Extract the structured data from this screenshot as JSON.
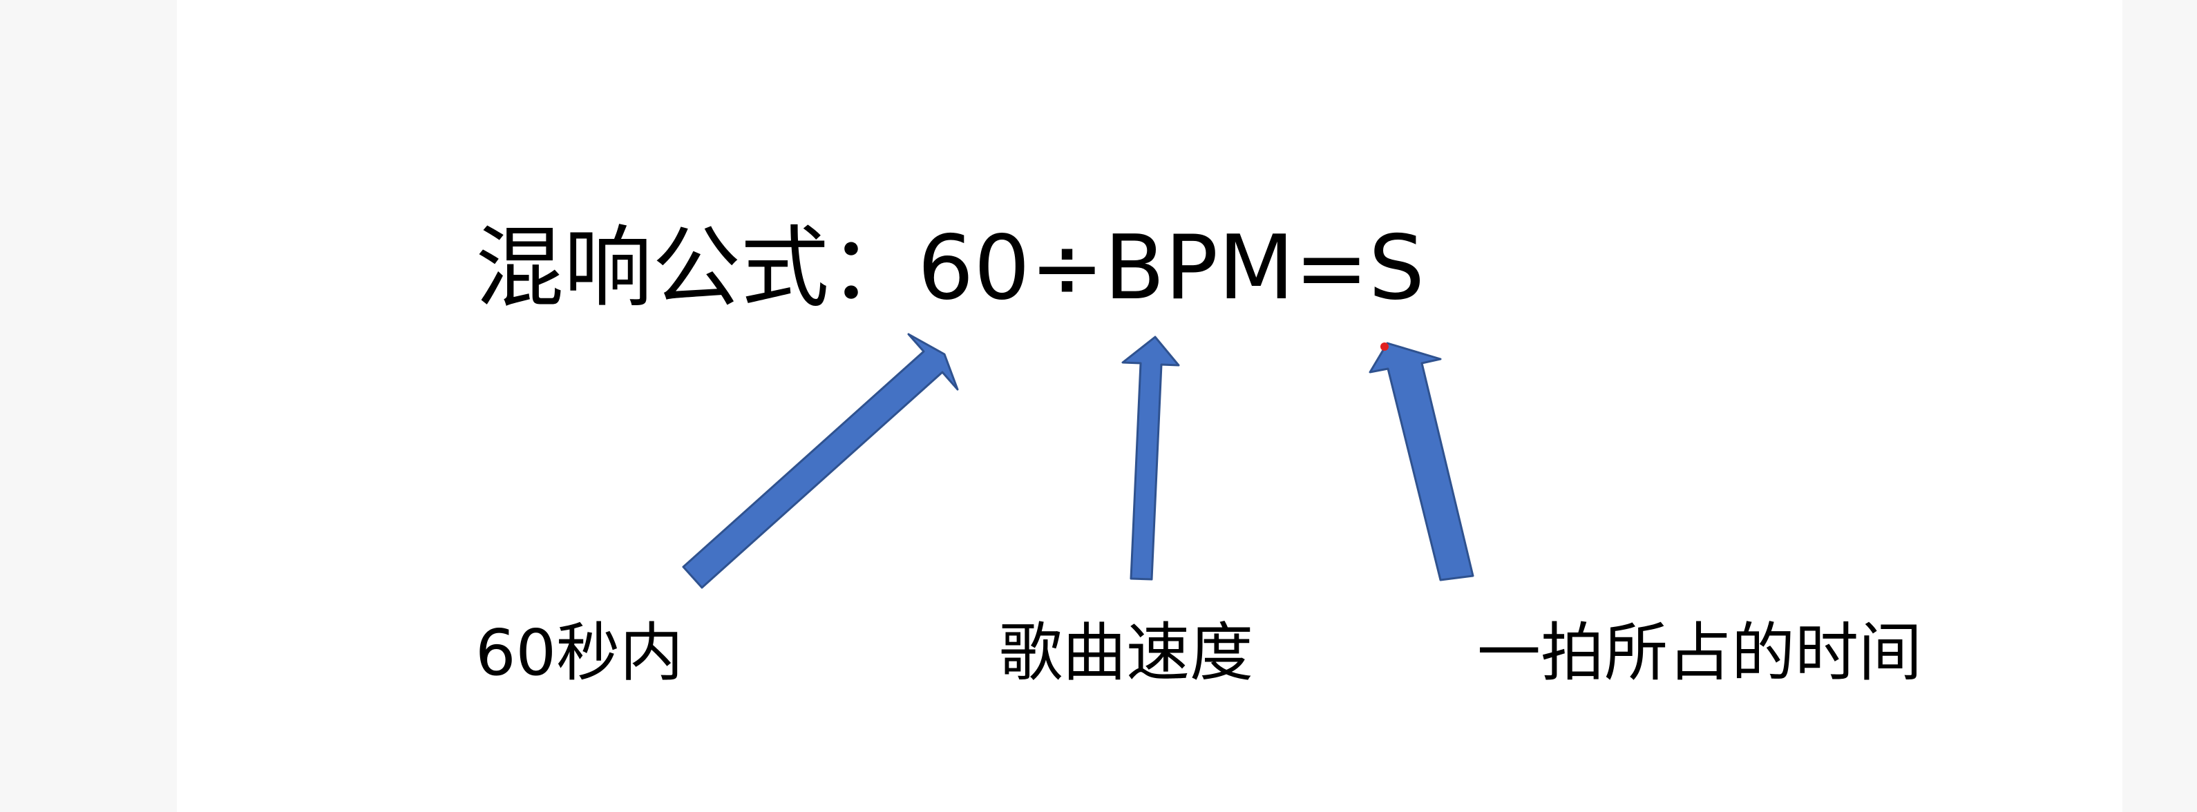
{
  "formula": "混响公式：60÷BPM=S",
  "labels": {
    "seconds": "60秒内",
    "tempo": "歌曲速度",
    "beat_time": "一拍所占的时间"
  },
  "colors": {
    "arrow_fill": "#4472c4",
    "arrow_stroke": "#2f528f",
    "text": "#000000",
    "background": "#ffffff",
    "marker": "#e02020"
  }
}
